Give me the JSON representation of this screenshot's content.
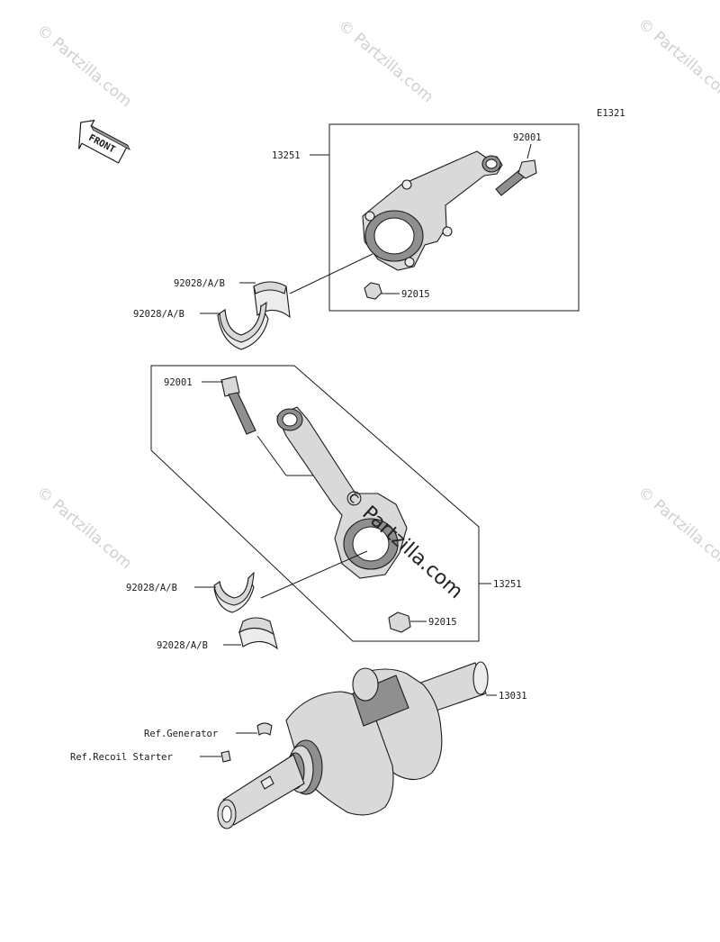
{
  "diagram_code": "E1321",
  "front_arrow_label": "FRONT",
  "watermark": {
    "corner_text": "© Partzilla.com",
    "center_text": "© Partzilla.com"
  },
  "callouts": {
    "upper_assembly": "13251",
    "upper_bolt": "92001",
    "upper_bearing_1": "92028/A/B",
    "upper_bearing_2": "92028/A/B",
    "upper_nut": "92015",
    "lower_bolt": "92001",
    "lower_bearing_1": "92028/A/B",
    "lower_bearing_2": "92028/A/B",
    "lower_assembly": "13251",
    "lower_nut": "92015",
    "crankshaft": "13031",
    "ref_generator": "Ref.Generator",
    "ref_recoil_starter": "Ref.Recoil Starter"
  }
}
